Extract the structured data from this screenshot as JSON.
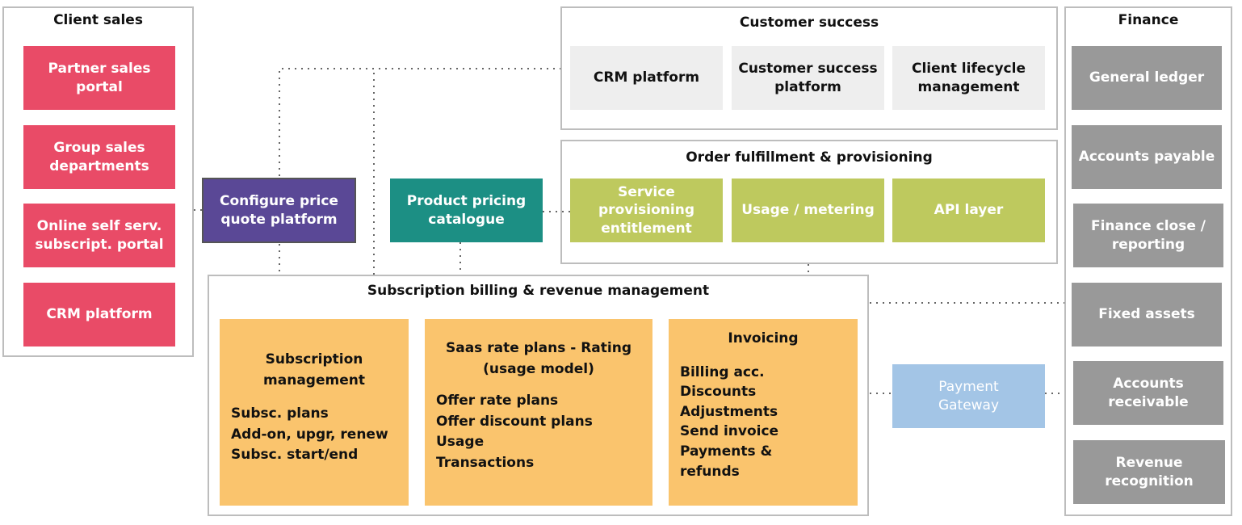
{
  "client_sales": {
    "title": "Client sales",
    "items": [
      "Partner sales portal",
      "Group sales departments",
      "Online self serv. subscript. portal",
      "CRM platform"
    ]
  },
  "customer_success": {
    "title": "Customer success",
    "items": [
      "CRM platform",
      "Customer success platform",
      "Client lifecycle management"
    ]
  },
  "order_fulfillment": {
    "title": "Order fulfillment & provisioning",
    "items": [
      "Service provisioning entitlement",
      "Usage / metering",
      "API layer"
    ]
  },
  "finance": {
    "title": "Finance",
    "items": [
      "General ledger",
      "Accounts payable",
      "Finance close / reporting",
      "Fixed assets",
      "Accounts receivable",
      "Revenue recognition"
    ]
  },
  "cpq": {
    "label": "Configure price quote platform"
  },
  "catalogue": {
    "label": "Product pricing catalogue"
  },
  "payment_gateway": {
    "label": "Payment Gateway"
  },
  "billing": {
    "title": "Subscription billing & revenue management",
    "modules": [
      {
        "title": "Subscription management",
        "items": [
          "Subsc. plans",
          "Add-on, upgr, renew",
          "Subsc. start/end"
        ]
      },
      {
        "title": "Saas rate plans - Rating (usage model)",
        "items": [
          "Offer rate plans",
          "Offer discount plans",
          "Usage",
          "Transactions"
        ]
      },
      {
        "title": "Invoicing",
        "items": [
          "Billing acc.",
          "Discounts",
          "Adjustments",
          "Send invoice",
          "Payments & refunds"
        ]
      }
    ]
  },
  "colors": {
    "client_sales": "#e94b67",
    "finance": "#999999",
    "customer_success": "#eeeeee",
    "order_fulfillment": "#bec95e",
    "cpq": "#5a4896",
    "catalogue": "#1c8f84",
    "payment_gateway": "#a3c5e6",
    "billing_modules": "#fac46d"
  }
}
